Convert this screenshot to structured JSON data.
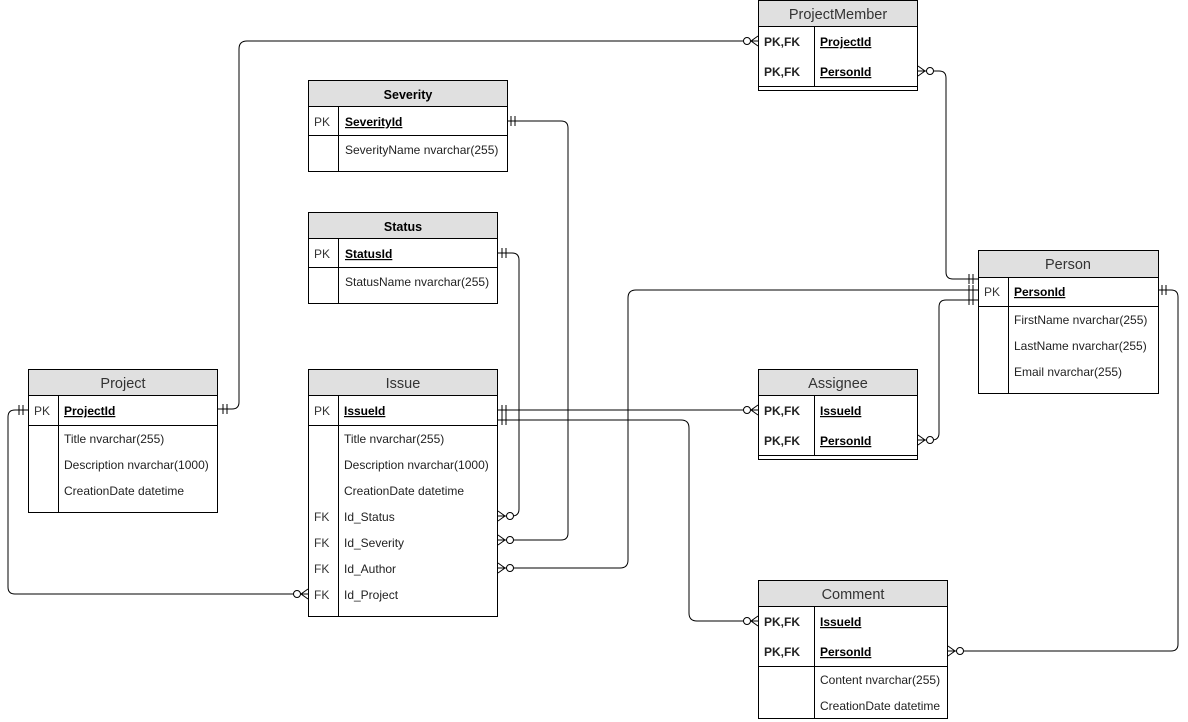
{
  "tables": {
    "project_member": {
      "name": "ProjectMember",
      "rows": [
        {
          "key": "PK,FK",
          "field": "ProjectId"
        },
        {
          "key": "PK,FK",
          "field": "PersonId"
        }
      ]
    },
    "severity": {
      "name": "Severity",
      "rows": [
        {
          "key": "PK",
          "field": "SeverityId"
        },
        {
          "key": "",
          "field": "SeverityName nvarchar(255)"
        }
      ]
    },
    "status": {
      "name": "Status",
      "rows": [
        {
          "key": "PK",
          "field": "StatusId"
        },
        {
          "key": "",
          "field": "StatusName nvarchar(255)"
        }
      ]
    },
    "person": {
      "name": "Person",
      "rows": [
        {
          "key": "PK",
          "field": "PersonId"
        },
        {
          "key": "",
          "field": "FirstName nvarchar(255)"
        },
        {
          "key": "",
          "field": "LastName nvarchar(255)"
        },
        {
          "key": "",
          "field": "Email nvarchar(255)"
        }
      ]
    },
    "project": {
      "name": "Project",
      "rows": [
        {
          "key": "PK",
          "field": "ProjectId"
        },
        {
          "key": "",
          "field": "Title nvarchar(255)"
        },
        {
          "key": "",
          "field": "Description nvarchar(1000)"
        },
        {
          "key": "",
          "field": "CreationDate datetime"
        }
      ]
    },
    "issue": {
      "name": "Issue",
      "rows": [
        {
          "key": "PK",
          "field": "IssueId"
        },
        {
          "key": "",
          "field": "Title nvarchar(255)"
        },
        {
          "key": "",
          "field": "Description nvarchar(1000)"
        },
        {
          "key": "",
          "field": "CreationDate datetime"
        },
        {
          "key": "FK",
          "field": "Id_Status"
        },
        {
          "key": "FK",
          "field": "Id_Severity"
        },
        {
          "key": "FK",
          "field": "Id_Author"
        },
        {
          "key": "FK",
          "field": "Id_Project"
        }
      ]
    },
    "assignee": {
      "name": "Assignee",
      "rows": [
        {
          "key": "PK,FK",
          "field": "IssueId"
        },
        {
          "key": "PK,FK",
          "field": "PersonId"
        }
      ]
    },
    "comment": {
      "name": "Comment",
      "rows": [
        {
          "key": "PK,FK",
          "field": "IssueId"
        },
        {
          "key": "PK,FK",
          "field": "PersonId"
        },
        {
          "key": "",
          "field": "Content nvarchar(255)"
        },
        {
          "key": "",
          "field": "CreationDate datetime"
        }
      ]
    }
  }
}
